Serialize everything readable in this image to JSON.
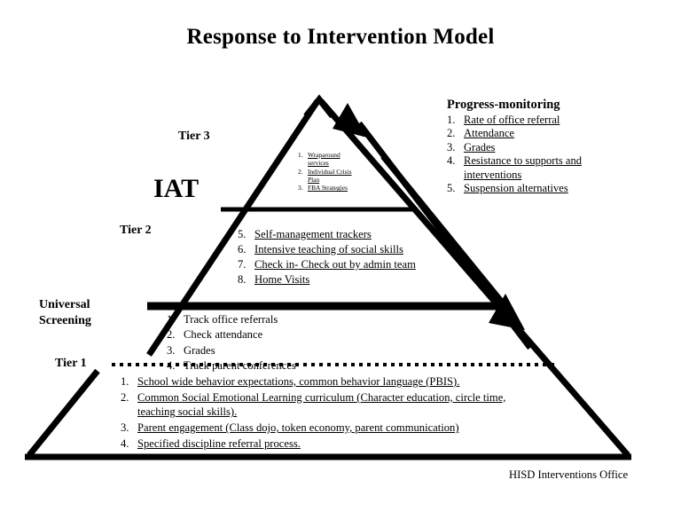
{
  "page": {
    "title": "Response to Intervention Model",
    "footer_credit": "HISD Interventions Office"
  },
  "labels": {
    "tier3": "Tier 3",
    "tier2": "Tier 2",
    "tier1": "Tier 1",
    "iat": "IAT",
    "universal_screening_line1": "Universal",
    "universal_screening_line2": "Screening"
  },
  "progress_monitoring": {
    "heading": "Progress-monitoring",
    "items": [
      {
        "num": "1.",
        "text": "Rate of office referral"
      },
      {
        "num": "2.",
        "text": "Attendance"
      },
      {
        "num": "3.",
        "text": "Grades"
      },
      {
        "num": "4.",
        "text": "Resistance to supports and interventions"
      },
      {
        "num": "5.",
        "text": "Suspension alternatives"
      }
    ]
  },
  "tier3": {
    "items": [
      {
        "num": "1.",
        "text": "Wraparound services"
      },
      {
        "num": "2.",
        "text": "Individual Crisis Plan"
      },
      {
        "num": "3.",
        "text": "FBA Strategies"
      }
    ]
  },
  "tier2": {
    "items": [
      {
        "num": "5.",
        "text": "Self-management trackers"
      },
      {
        "num": "6.",
        "text": "Intensive teaching of social skills"
      },
      {
        "num": "7.",
        "text": "Check in- Check out by admin team"
      },
      {
        "num": "8.",
        "text": "Home Visits"
      }
    ]
  },
  "universal_screening": {
    "items": [
      {
        "num": "1.",
        "text": "Track office referrals"
      },
      {
        "num": "2.",
        "text": "Check attendance"
      },
      {
        "num": "3.",
        "text": "Grades"
      },
      {
        "num": "4.",
        "text": "Track parent conferences"
      }
    ]
  },
  "tier1": {
    "items": [
      {
        "num": "1.",
        "text": " School wide behavior expectations, common behavior language (PBIS)."
      },
      {
        "num": "2.",
        "text": "Common Social Emotional Learning curriculum (Character education, circle time, teaching social skills)."
      },
      {
        "num": "3.",
        "text": "Parent engagement (Class dojo, token economy, parent communication)"
      },
      {
        "num": "4.",
        "text": "Specified discipline referral process."
      }
    ]
  },
  "colors": {
    "ink": "#000000",
    "background": "#ffffff"
  }
}
